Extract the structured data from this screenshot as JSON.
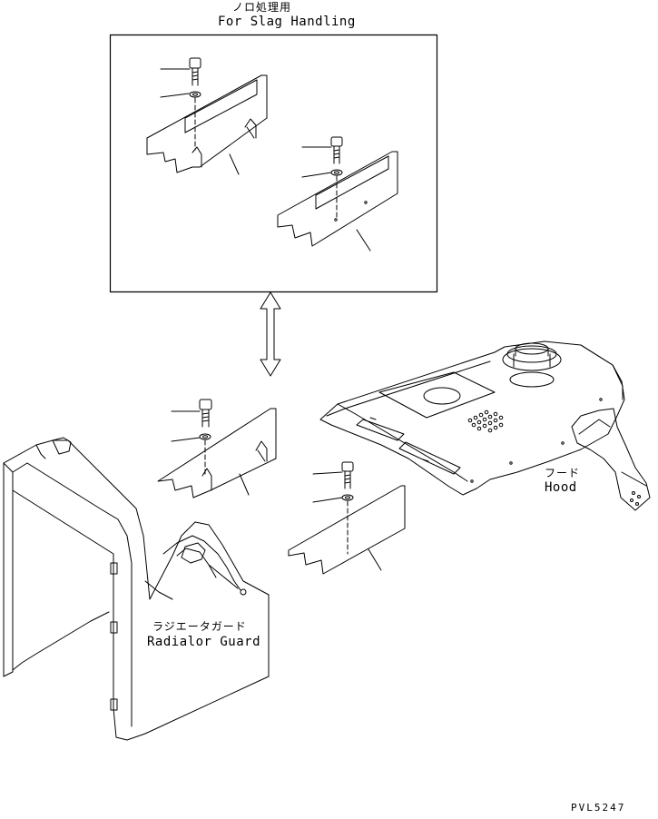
{
  "labels": {
    "slag_jp": "ノロ処理用",
    "slag_en": "For Slag Handling",
    "hood_jp": "フード",
    "hood_en": "Hood",
    "radiator_jp": "ラジエータガード",
    "radiator_en": "Radialor Guard",
    "drawing_code": "PVL5247"
  }
}
